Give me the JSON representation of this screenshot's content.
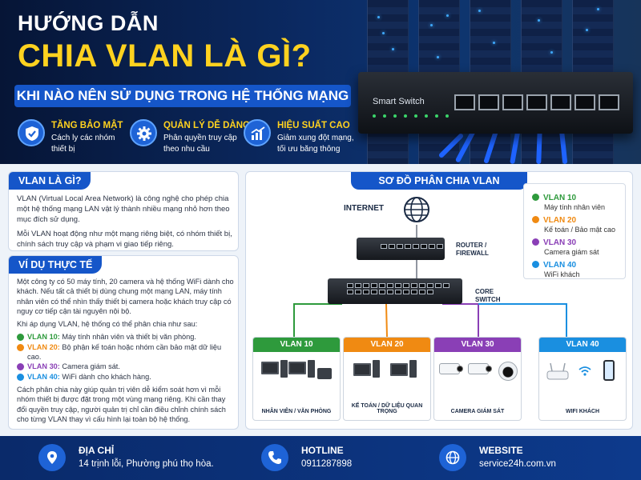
{
  "hero": {
    "title_line1": "HƯỚNG DẪN",
    "title_line2": "CHIA VLAN LÀ GÌ?",
    "subtitle": "KHI NÀO NÊN SỬ DỤNG TRONG HỆ THỐNG MẠNG",
    "switch_label": "Smart Switch",
    "features": [
      {
        "title": "TĂNG BẢO MẬT",
        "desc": "Cách ly các nhóm thiết bị",
        "icon": "shield-check-icon"
      },
      {
        "title": "QUẢN LÝ DỄ DÀNG",
        "desc": "Phân quyền truy cập theo nhu cầu",
        "icon": "gear-icon"
      },
      {
        "title": "HIỆU SUẤT CAO",
        "desc": "Giảm xung đột mạng, tối ưu băng thông",
        "icon": "chart-up-icon"
      }
    ]
  },
  "what_is": {
    "title": "VLAN LÀ GÌ?",
    "para1": "VLAN (Virtual Local Area Network) là công nghệ cho phép chia một hệ thống mạng LAN vật lý thành nhiều mạng nhỏ hơn theo mục đích sử dụng.",
    "para2": "Mỗi VLAN hoạt động như một mạng riêng biệt, có nhóm thiết bị, chính sách truy cập và phạm vi giao tiếp riêng."
  },
  "example": {
    "title": "VÍ DỤ THỰC TẾ",
    "para1": "Một công ty có 50 máy tính, 20 camera và hệ thống WiFi dành cho khách. Nếu tất cả thiết bị dùng chung một mạng LAN, máy tính nhân viên có thể nhìn thấy thiết bị camera hoặc khách truy cập có nguy cơ tiếp cận tài nguyên nội bộ.",
    "para2": "Khi áp dụng VLAN, hệ thống có thể phân chia như sau:",
    "items": [
      {
        "tag": "VLAN 10:",
        "text": "Máy tính nhân viên và thiết bị văn phòng.",
        "color": "#2e9a3c"
      },
      {
        "tag": "VLAN 20:",
        "text": "Bộ phận kế toán hoặc nhóm cần bảo mật dữ liệu cao.",
        "color": "#f08a12"
      },
      {
        "tag": "VLAN 30:",
        "text": "Camera giám sát.",
        "color": "#8a3fb6"
      },
      {
        "tag": "VLAN 40:",
        "text": "WiFi dành cho khách hàng.",
        "color": "#1a8fe0"
      }
    ],
    "para3": "Cách phân chia này giúp quản trị viên dễ kiểm soát hơn vì mỗi nhóm thiết bị được đặt trong một vùng mạng riêng. Khi cần thay đổi quyền truy cập, người quản trị chỉ cần điều chỉnh chính sách cho từng VLAN thay vì cấu hình lại toàn bộ hệ thống."
  },
  "diagram": {
    "title": "SƠ ĐỒ PHÂN CHIA VLAN",
    "internet": "INTERNET",
    "router": "ROUTER / FIREWALL",
    "core": "CORE SWITCH",
    "legend": [
      {
        "name": "VLAN 10",
        "desc": "Máy tính nhân viên",
        "color": "#2e9a3c"
      },
      {
        "name": "VLAN 20",
        "desc": "Kế toán / Bảo mật cao",
        "color": "#f08a12"
      },
      {
        "name": "VLAN 30",
        "desc": "Camera giám sát",
        "color": "#8a3fb6"
      },
      {
        "name": "VLAN 40",
        "desc": "WiFi khách",
        "color": "#1a8fe0"
      }
    ],
    "boxes": [
      {
        "name": "VLAN 10",
        "footer": "NHÂN VIÊN / VĂN PHÒNG",
        "color": "#2e9a3c"
      },
      {
        "name": "VLAN 20",
        "footer": "KẾ TOÁN / DỮ LIỆU QUAN TRỌNG",
        "color": "#f08a12"
      },
      {
        "name": "VLAN 30",
        "footer": "CAMERA GIÁM SÁT",
        "color": "#8a3fb6"
      },
      {
        "name": "VLAN 40",
        "footer": "WIFI KHÁCH",
        "color": "#1a8fe0"
      }
    ]
  },
  "footer": {
    "address_label": "ĐỊA CHỈ",
    "address_value": "14 trịnh lỗi, Phường phú thọ hòa.",
    "hotline_label": "HOTLINE",
    "hotline_value": "0911287898",
    "website_label": "WEBSITE",
    "website_value": "service24h.com.vn"
  }
}
